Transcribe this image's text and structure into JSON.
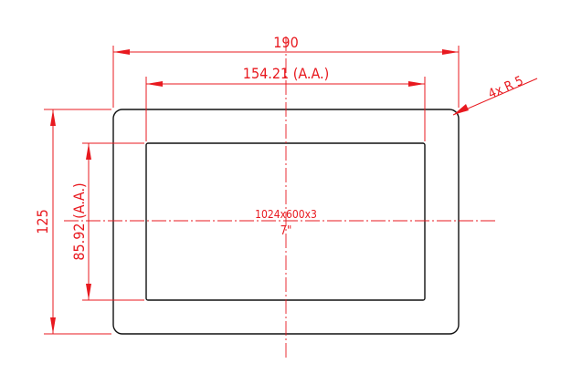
{
  "drawing": {
    "overall_width": "190",
    "active_width": "154.21 (A.A.)",
    "overall_height": "125",
    "active_height": "85.92 (A.A.)",
    "corner_radius": "4x R 5",
    "resolution": "1024x600x3",
    "diagonal": "7\""
  },
  "colors": {
    "dimension": "#e8191f",
    "outline": "#111111",
    "background": "#ffffff"
  }
}
